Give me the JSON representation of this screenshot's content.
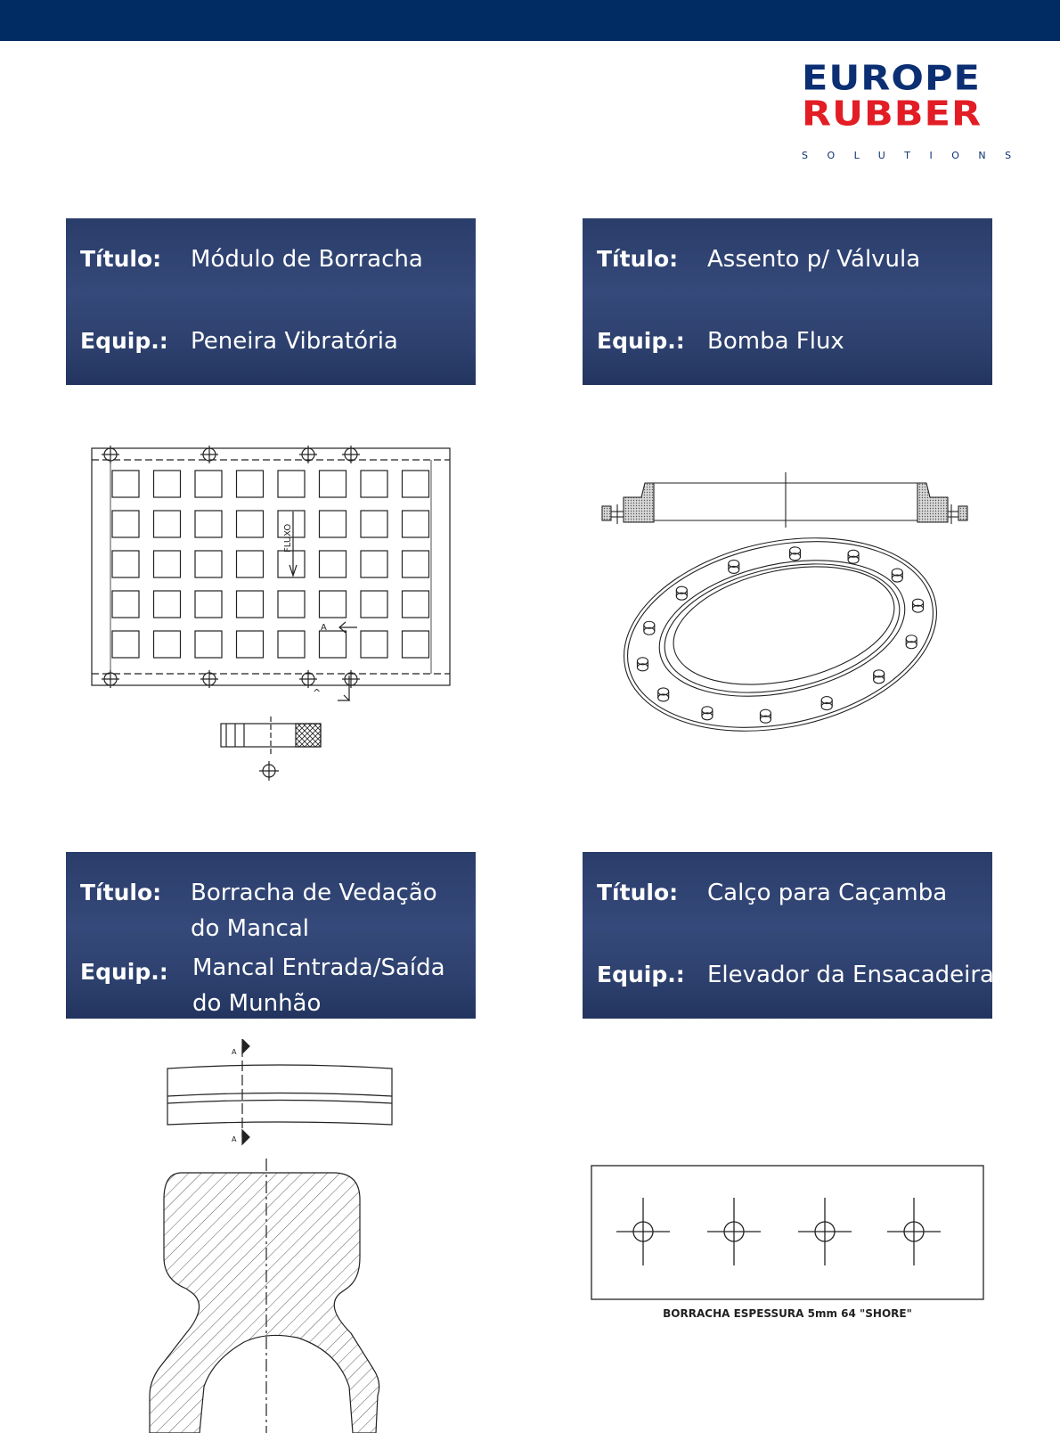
{
  "brand": {
    "line1": "EUROPE",
    "line2": "RUBBER",
    "tagline": "SOLUTIONS",
    "colors": {
      "topbar": "#002b63",
      "navy": "#0c2f73",
      "red": "#e21d25"
    }
  },
  "cards": [
    {
      "title_label": "Título:",
      "title_lines": [
        "Módulo de Borracha"
      ],
      "equip_label": "Equip.:",
      "equip_lines": [
        "Peneira Vibratória"
      ]
    },
    {
      "title_label": "Título:",
      "title_lines": [
        "Assento p/ Válvula"
      ],
      "equip_label": "Equip.:",
      "equip_lines": [
        "Bomba Flux"
      ]
    },
    {
      "title_label": "Título:",
      "title_lines": [
        "Borracha de Vedação",
        "do Mancal"
      ],
      "equip_label": "Equip.:",
      "equip_lines": [
        "Mancal Entrada/Saída",
        "do Munhão"
      ]
    },
    {
      "title_label": "Título:",
      "title_lines": [
        "Calço para Caçamba"
      ],
      "equip_label": "Equip.:",
      "equip_lines": [
        "Elevador da Ensacadeira"
      ]
    }
  ],
  "drawings": {
    "grid_flow_label": "FLUXO",
    "grid_section_label": "A",
    "seal_section_label": "A",
    "shim_caption": "BORRACHA ESPESSURA 5mm 64 \"SHORE\""
  }
}
